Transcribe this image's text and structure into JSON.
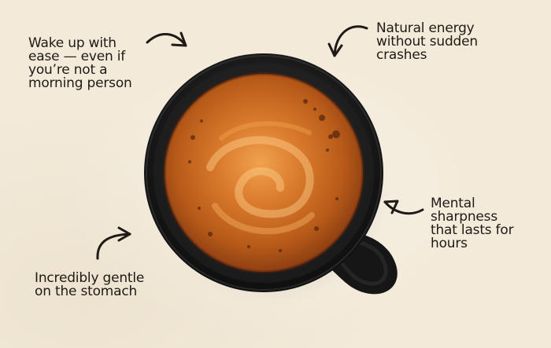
{
  "scene": {
    "background_color": "#f3ead9",
    "cup_color": "#1c1c1c",
    "crema_color": "#c86b22"
  },
  "callouts": {
    "wake_up": "Wake up with\nease — even if\nyou’re not a\nmorning person",
    "energy": "Natural energy\nwithout sudden\ncrashes",
    "sharpness": "Mental\nsharpness\nthat lasts for\nhours",
    "gentle": "Incredibly gentle\non the stomach"
  }
}
